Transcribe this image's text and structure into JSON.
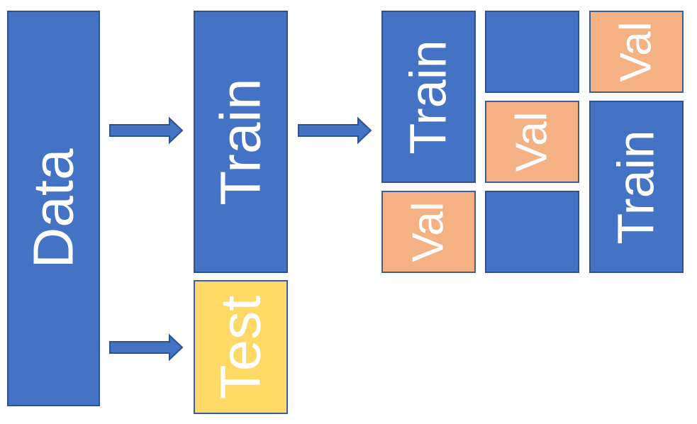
{
  "diagram": {
    "data_label": "Data",
    "train_label": "Train",
    "test_label": "Test",
    "folds": {
      "col1_train": "Train",
      "col1_val": "Val",
      "col2_val": "Val",
      "col3_val": "Val",
      "col3_train": "Train"
    }
  },
  "colors": {
    "train_blue": "#4472c4",
    "border": "#2f528f",
    "val_orange": "#f4b183",
    "test_yellow": "#ffd966",
    "text": "#ffffff"
  }
}
